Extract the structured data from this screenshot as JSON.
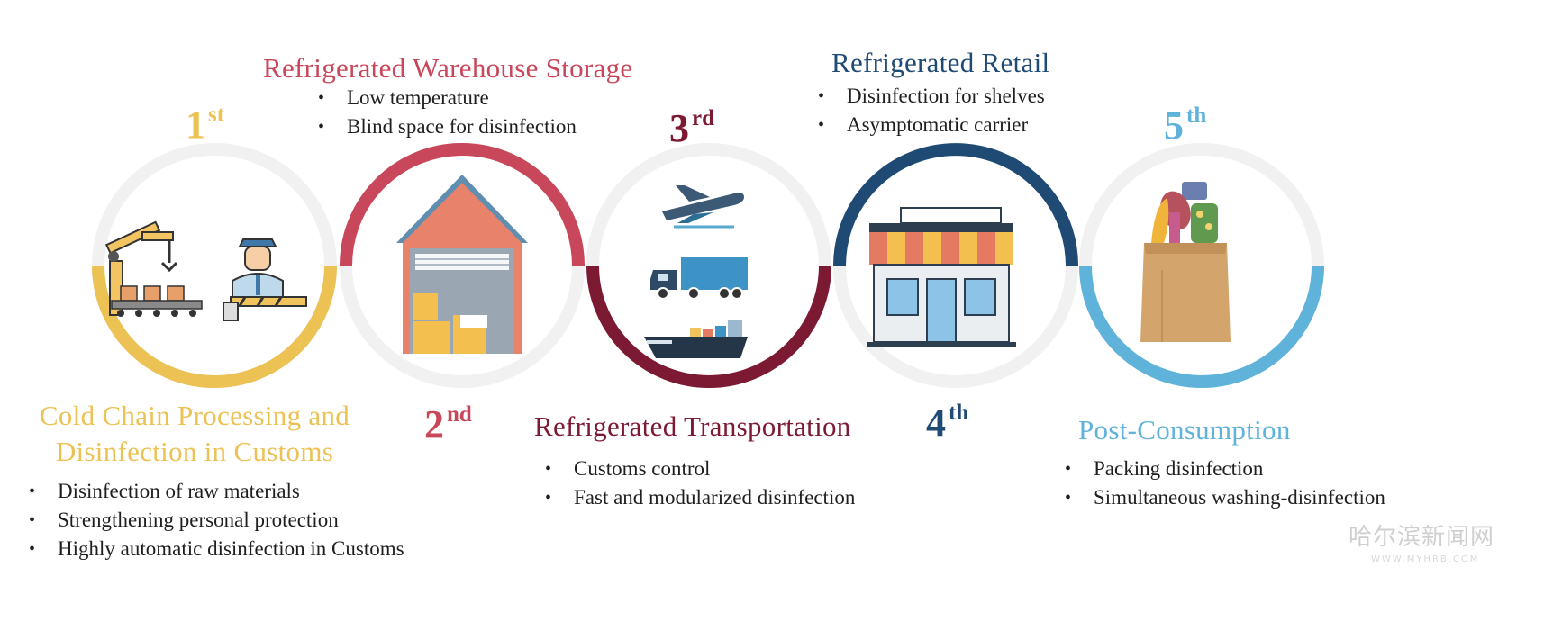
{
  "colors": {
    "stage1": "#ecc255",
    "stage2": "#c8475a",
    "stage3": "#7d1a33",
    "stage4": "#1f4a73",
    "stage5": "#5fb2da"
  },
  "stages": [
    {
      "ordinal": "1",
      "suffix": "st",
      "title_lines": [
        "Cold Chain Processing and",
        "Disinfection in Customs"
      ],
      "bullets": [
        "Disinfection of raw materials",
        "Strengthening personal protection",
        "Highly automatic disinfection in Customs"
      ],
      "icons": [
        "robot-arm-conveyor-icon",
        "customs-officer-icon"
      ]
    },
    {
      "ordinal": "2",
      "suffix": "nd",
      "title_lines": [
        "Refrigerated Warehouse Storage"
      ],
      "bullets": [
        "Low temperature",
        "Blind space for disinfection"
      ],
      "icons": [
        "warehouse-icon"
      ]
    },
    {
      "ordinal": "3",
      "suffix": "rd",
      "title_lines": [
        "Refrigerated Transportation"
      ],
      "bullets": [
        "Customs control",
        "Fast and modularized disinfection"
      ],
      "icons": [
        "airplane-icon",
        "truck-icon",
        "cargo-ship-icon"
      ]
    },
    {
      "ordinal": "4",
      "suffix": "th",
      "title_lines": [
        "Refrigerated Retail"
      ],
      "bullets": [
        "Disinfection for shelves",
        "Asymptomatic carrier"
      ],
      "icons": [
        "storefront-icon"
      ]
    },
    {
      "ordinal": "5",
      "suffix": "th",
      "title_lines": [
        "Post-Consumption"
      ],
      "bullets": [
        "Packing disinfection",
        "Simultaneous washing-disinfection"
      ],
      "icons": [
        "grocery-bag-icon"
      ]
    }
  ],
  "watermark": {
    "text": "哈尔滨新闻网",
    "sub": "WWW.MYHRB.COM"
  }
}
